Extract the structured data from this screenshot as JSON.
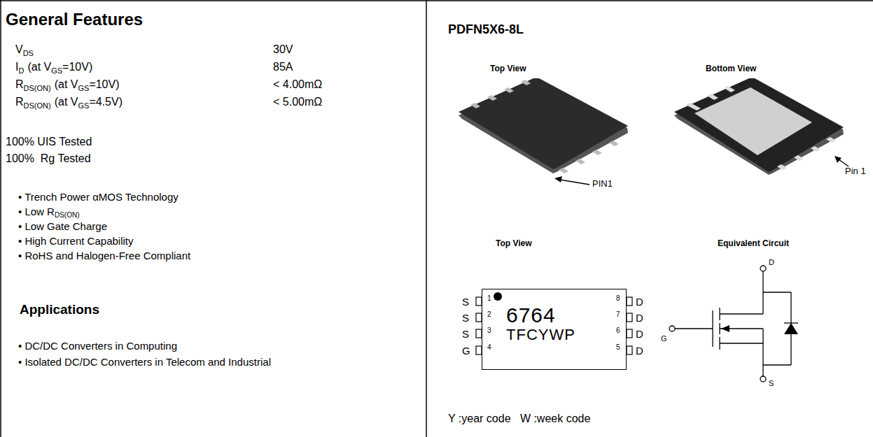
{
  "diagram": {
    "title": "General Features",
    "nodes": [
      {
        "text": [
          "6764",
          "TFCYWP"
        ]
      }
    ],
    "labels": [
      "V",
      "DS",
      "30V",
      "I",
      "D",
      "(at V",
      "GS",
      "=10V)",
      "85A",
      "R",
      "DS(ON)",
      "(at V",
      "GS",
      "=10V)",
      "< 4.00mΩ",
      "R",
      "DS(ON)",
      "(at V",
      "GS",
      "=4.5V)",
      "< 5.00mΩ",
      "100% UIS Tested",
      "100%  Rg Tested",
      "• Trench Power αMOS Technology",
      "• Low R",
      "DS(ON)",
      "• Low Gate Charge",
      "• High Current Capability",
      "• RoHS and Halogen-Free Compliant",
      "Applications",
      "• DC/DC Converters in Computing",
      "• Isolated DC/DC Converters in Telecom and Industrial",
      "PDFN5X6-8L",
      "Top View",
      "Bottom View",
      "PIN1",
      "Pin 1",
      "Top View",
      "Equivalent Circuit",
      "S",
      "1",
      "8",
      "D",
      "S",
      "2",
      "7",
      "D",
      "S",
      "3",
      "6",
      "D",
      "G",
      "4",
      "5",
      "D",
      "D",
      "G",
      "S",
      "Y :year code   W :week code"
    ]
  }
}
